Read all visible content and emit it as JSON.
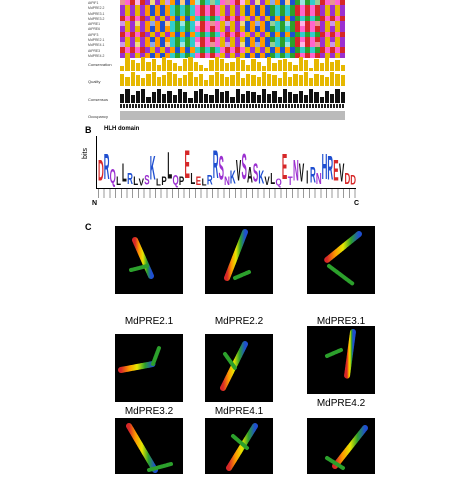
{
  "panel_a": {
    "sequence_names": [
      "AtPIF1",
      "MdPRE2.2",
      "MdPRE3.1",
      "MdPRE3.2",
      "AtPRE1",
      "AtPRE6",
      "AtPIF3",
      "MdPRE2.1",
      "MdPRE4.1",
      "AtPRE3",
      "MdPRE4.2"
    ],
    "tracks": {
      "conservation": "Conservation",
      "quality": "Quality",
      "consensus": "Consensus",
      "occupancy": "Occupancy"
    },
    "conservation": [
      3,
      9,
      7,
      5,
      9,
      6,
      8,
      4,
      9,
      7,
      5,
      3,
      8,
      9,
      6,
      4,
      2,
      7,
      9,
      8,
      5,
      6,
      9,
      7,
      4,
      8,
      6,
      3,
      9,
      5,
      7,
      8,
      6,
      4,
      9,
      7,
      2,
      8,
      5,
      9,
      6,
      7,
      4
    ],
    "quality": [
      8,
      6,
      9,
      7,
      5,
      8,
      9,
      6,
      7,
      9,
      8,
      5,
      7,
      9,
      6,
      8,
      4,
      7,
      9,
      8,
      6,
      7,
      9,
      5,
      8,
      7,
      6,
      9,
      8,
      7,
      5,
      9,
      6,
      8,
      7,
      9,
      5,
      8,
      7,
      6,
      9,
      8,
      7
    ],
    "consensus": [
      6,
      9,
      5,
      8,
      9,
      4,
      7,
      9,
      6,
      8,
      5,
      9,
      7,
      3,
      8,
      9,
      6,
      5,
      9,
      7,
      8,
      4,
      9,
      6,
      8,
      7,
      5,
      9,
      6,
      8,
      4,
      9,
      7,
      6,
      8,
      5,
      9,
      7,
      4,
      8,
      6,
      9,
      7
    ]
  },
  "panel_b": {
    "label": "B",
    "title": "HLH domain",
    "ylabel": "bits",
    "n_label": "N",
    "c_label": "C",
    "logo_letters": [
      "D",
      "R",
      "Q",
      "L",
      "L",
      "R",
      "L",
      "V",
      "S",
      "K",
      "L",
      "P",
      "L",
      "Q",
      "P",
      "E",
      "L",
      "E",
      "L",
      "R",
      "R",
      "S",
      "N",
      "K",
      "V",
      "S",
      "A",
      "S",
      "K",
      "V",
      "L",
      "Q",
      "E",
      "T",
      "N",
      "V",
      "I",
      "R",
      "N",
      "H",
      "R",
      "E",
      "V",
      "D",
      "D"
    ]
  },
  "panel_c": {
    "label": "C",
    "structures": [
      {
        "name": "MdPRE2.1"
      },
      {
        "name": "MdPRE2.2"
      },
      {
        "name": "MdPRE3.1"
      },
      {
        "name": "MdPRE3.2"
      },
      {
        "name": "MdPRE4.1"
      },
      {
        "name": "MdPRE4.2"
      },
      {
        "name": ""
      },
      {
        "name": ""
      },
      {
        "name": ""
      }
    ]
  },
  "colors": {
    "gold": "#e6b800",
    "red": "#d62728",
    "green": "#2ca02c",
    "blue": "#1f4fd0",
    "purple": "#9b30d0"
  }
}
